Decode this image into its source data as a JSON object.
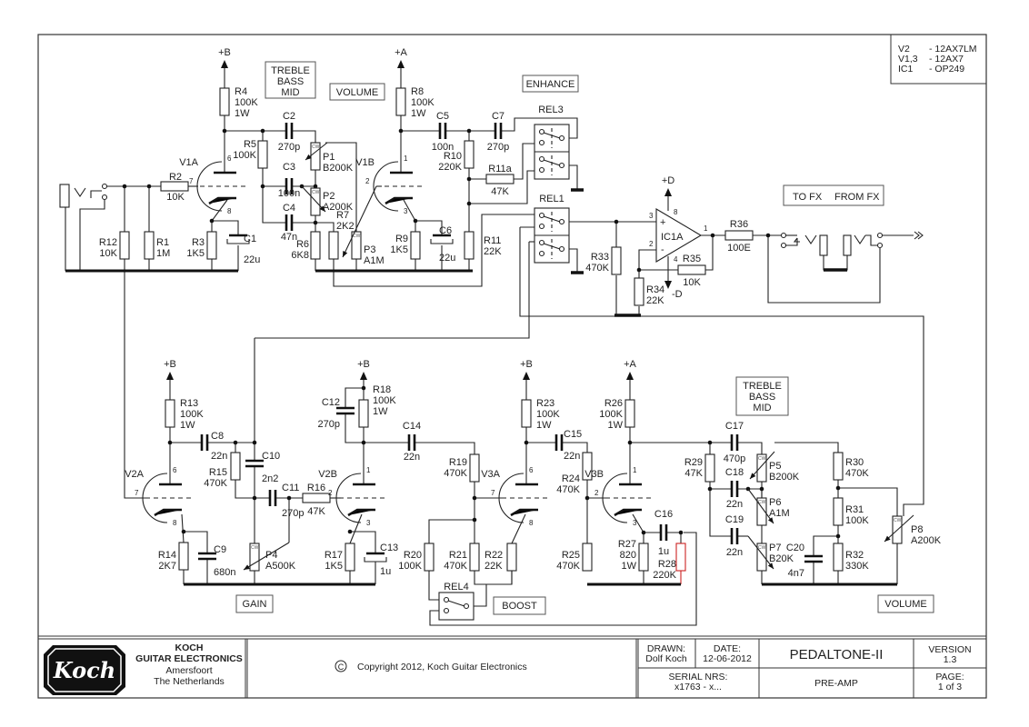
{
  "legend": {
    "rows": [
      [
        "V2",
        "- 12AX7LM"
      ],
      [
        "V1,3",
        "- 12AX7"
      ],
      [
        "IC1",
        "- OP249"
      ]
    ]
  },
  "boxes": {
    "tone_top": [
      "TREBLE",
      "BASS",
      "MID"
    ],
    "volume_top": "VOLUME",
    "enhance": "ENHANCE",
    "fx": [
      "TO FX",
      "FROM FX"
    ],
    "tone_bottom": [
      "TREBLE",
      "BASS",
      "MID"
    ],
    "gain": "GAIN",
    "boost": "BOOST",
    "volume_bottom": "VOLUME"
  },
  "supplies": {
    "b1": "+B",
    "a1": "+A",
    "b2": "+B",
    "b3": "+B",
    "b4": "+B",
    "a2": "+A",
    "d_pos": "+D",
    "d_neg": "-D"
  },
  "relays": {
    "REL1": "REL1",
    "REL3": "REL3",
    "REL4": "REL4"
  },
  "tubes": {
    "V1A": {
      "name": "V1A",
      "pins": [
        "6",
        "7",
        "8"
      ]
    },
    "V1B": {
      "name": "V1B",
      "pins": [
        "1",
        "2",
        "3"
      ]
    },
    "V2A": {
      "name": "V2A",
      "pins": [
        "6",
        "7",
        "8"
      ]
    },
    "V2B": {
      "name": "V2B",
      "pins": [
        "1",
        "2",
        "3"
      ]
    },
    "V3A": {
      "name": "V3A",
      "pins": [
        "6",
        "7",
        "8"
      ]
    },
    "V3B": {
      "name": "V3B",
      "pins": [
        "1",
        "2",
        "3"
      ]
    }
  },
  "opamp": {
    "name": "IC1A",
    "plus": "+",
    "minus": "-",
    "pins": [
      "3",
      "2",
      "1",
      "8",
      "4"
    ]
  },
  "pot_marker": "CW",
  "components": {
    "R1": [
      "R1",
      "1M"
    ],
    "R2": [
      "R2",
      "10K"
    ],
    "R3": [
      "R3",
      "1K5"
    ],
    "R4": [
      "R4",
      "100K",
      "1W"
    ],
    "R5": [
      "R5",
      "100K"
    ],
    "R6": [
      "R6",
      "6K8"
    ],
    "R7": [
      "R7",
      "2K2"
    ],
    "R8": [
      "R8",
      "100K",
      "1W"
    ],
    "R9": [
      "R9",
      "1K5"
    ],
    "R10": [
      "R10",
      "220K"
    ],
    "R11a": [
      "R11a",
      "47K"
    ],
    "R11": [
      "R11",
      "22K"
    ],
    "R12": [
      "R12",
      "10K"
    ],
    "R13": [
      "R13",
      "100K",
      "1W"
    ],
    "R14": [
      "R14",
      "2K7"
    ],
    "R15": [
      "R15",
      "470K"
    ],
    "R16": [
      "R16",
      "47K"
    ],
    "R17": [
      "R17",
      "1K5"
    ],
    "R18": [
      "R18",
      "100K",
      "1W"
    ],
    "R19": [
      "R19",
      "470K"
    ],
    "R20": [
      "R20",
      "100K"
    ],
    "R21": [
      "R21",
      "470K"
    ],
    "R22": [
      "R22",
      "22K"
    ],
    "R23": [
      "R23",
      "100K",
      "1W"
    ],
    "R24": [
      "R24",
      "470K"
    ],
    "R25": [
      "R25",
      "470K"
    ],
    "R26": [
      "R26",
      "100K",
      "1W"
    ],
    "R27": [
      "R27",
      "820",
      "1W"
    ],
    "R28": [
      "R28",
      "220K"
    ],
    "R29": [
      "R29",
      "47K"
    ],
    "R30": [
      "R30",
      "470K"
    ],
    "R31": [
      "R31",
      "100K"
    ],
    "R32": [
      "R32",
      "330K"
    ],
    "R33": [
      "R33",
      "470K"
    ],
    "R34": [
      "R34",
      "22K"
    ],
    "R35": [
      "R35",
      "10K"
    ],
    "R36": [
      "R36",
      "100E"
    ],
    "C1": [
      "C1",
      "22u"
    ],
    "C2": [
      "C2",
      "270p"
    ],
    "C3": [
      "C3",
      "100n"
    ],
    "C4": [
      "C4",
      "47n"
    ],
    "C5": [
      "C5",
      "100n"
    ],
    "C6": [
      "C6",
      "22u"
    ],
    "C7": [
      "C7",
      "270p"
    ],
    "C8": [
      "C8",
      "22n"
    ],
    "C9": [
      "C9",
      "680n"
    ],
    "C10": [
      "C10",
      "2n2"
    ],
    "C11": [
      "C11",
      "270p"
    ],
    "C12": [
      "C12",
      "270p"
    ],
    "C13": [
      "C13",
      "1u"
    ],
    "C14": [
      "C14",
      "22n"
    ],
    "C15": [
      "C15",
      "22n"
    ],
    "C16": [
      "C16",
      "1u"
    ],
    "C17": [
      "C17",
      "470p"
    ],
    "C18": [
      "C18",
      "22n"
    ],
    "C19": [
      "C19",
      "22n"
    ],
    "C20": [
      "C20",
      "4n7"
    ],
    "P1": [
      "P1",
      "B200K"
    ],
    "P2": [
      "P2",
      "A200K"
    ],
    "P3": [
      "P3",
      "A1M"
    ],
    "P4": [
      "P4",
      "A500K"
    ],
    "P5": [
      "P5",
      "B200K"
    ],
    "P6": [
      "P6",
      "A1M"
    ],
    "P7": [
      "P7",
      "B20K"
    ],
    "P8": [
      "P8",
      "A200K"
    ]
  },
  "colors": {
    "ink": "#222222",
    "highlight_wire": "#cc2222"
  },
  "title_block": {
    "logo": {
      "text": "Koch"
    },
    "company": "KOCH",
    "company2": "GUITAR ELECTRONICS",
    "city": "Amersfoort",
    "country": "The Netherlands",
    "copyright_symbol": "C",
    "copyright": "Copyright 2012, Koch Guitar Electronics",
    "drawn_label": "DRAWN:",
    "drawn_value": "Dolf Koch",
    "date_label": "DATE:",
    "date_value": "12-06-2012",
    "serial_label": "SERIAL NRS:",
    "serial_value": "x1763 - x...",
    "product": "PEDALTONE-II",
    "sheet": "PRE-AMP",
    "version_label": "VERSION",
    "version_value": "1.3",
    "page_label": "PAGE:",
    "page_value": "1 of 3"
  }
}
